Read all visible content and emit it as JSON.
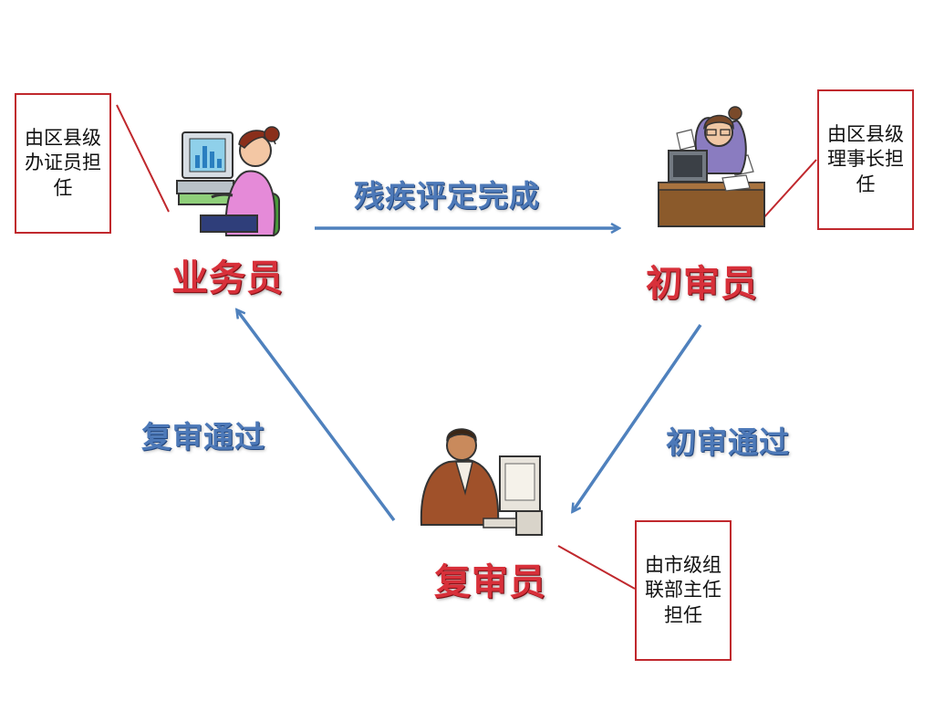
{
  "roles": {
    "clerk": "业务员",
    "first_reviewer": "初审员",
    "second_reviewer": "复审员"
  },
  "edges": {
    "clerk_to_first": "残疾评定完成",
    "first_to_second": "初审通过",
    "second_to_clerk": "复审通过"
  },
  "notes": {
    "clerk": "由区县级办证员担任",
    "first_reviewer": "由区县级理事长担任",
    "second_reviewer": "由市级组联部主任担任"
  },
  "colors": {
    "arrow": "#4f81bd",
    "role_text": "#d8303a",
    "edge_text": "#4d79b8",
    "note_border": "#c0282d"
  },
  "icons": {
    "clerk": "woman-at-computer-icon",
    "first_reviewer": "woman-at-desk-with-papers-icon",
    "second_reviewer": "man-at-computer-icon"
  }
}
